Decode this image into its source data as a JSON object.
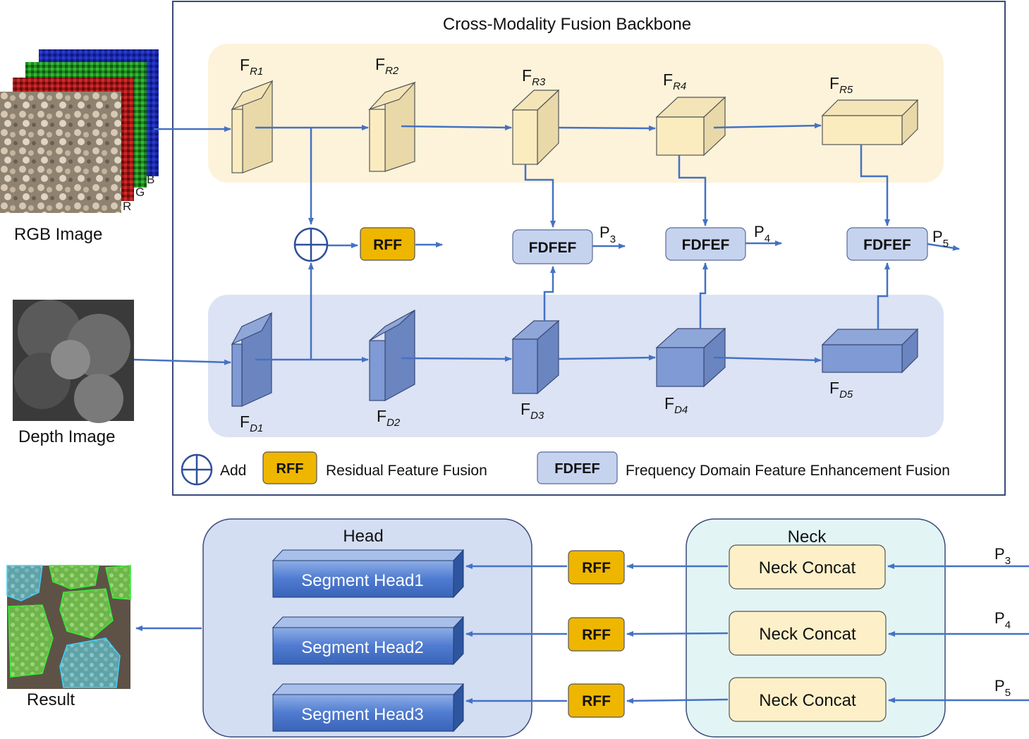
{
  "backbone": {
    "title": "Cross-Modality Fusion Backbone",
    "rgb_features": [
      {
        "main": "F",
        "sub": "R1"
      },
      {
        "main": "F",
        "sub": "R2"
      },
      {
        "main": "F",
        "sub": "R3"
      },
      {
        "main": "F",
        "sub": "R4"
      },
      {
        "main": "F",
        "sub": "R5"
      }
    ],
    "depth_features": [
      {
        "main": "F",
        "sub": "D1"
      },
      {
        "main": "F",
        "sub": "D2"
      },
      {
        "main": "F",
        "sub": "D3"
      },
      {
        "main": "F",
        "sub": "D4"
      },
      {
        "main": "F",
        "sub": "D5"
      }
    ],
    "rff_label": "RFF",
    "fdfef_label": "FDFEF",
    "outputs": [
      {
        "main": "P",
        "sub": "3"
      },
      {
        "main": "P",
        "sub": "4"
      },
      {
        "main": "P",
        "sub": "5"
      }
    ]
  },
  "inputs": {
    "rgb_label": "RGB Image",
    "depth_label": "Depth Image",
    "channels": [
      "R",
      "G",
      "B"
    ]
  },
  "legend": {
    "add_label": "Add",
    "rff_box": "RFF",
    "rff_desc": "Residual Feature Fusion",
    "fdfef_box": "FDFEF",
    "fdfef_desc": "Frequency Domain Feature Enhancement Fusion"
  },
  "head": {
    "title": "Head",
    "items": [
      "Segment Head1",
      "Segment Head2",
      "Segment Head3"
    ]
  },
  "neck": {
    "title": "Neck",
    "items": [
      "Neck Concat",
      "Neck Concat",
      "Neck Concat"
    ],
    "inputs": [
      {
        "main": "P",
        "sub": "3"
      },
      {
        "main": "P",
        "sub": "4"
      },
      {
        "main": "P",
        "sub": "5"
      }
    ]
  },
  "rff_row_label": "RFF",
  "result_label": "Result",
  "colors": {
    "arrow": "#4472c4",
    "rgb_panel": "#fdf3da",
    "depth_panel": "#dbe3f4",
    "rgb_block": "#fbecc0",
    "depth_block": "#7f9ad4",
    "rff": "#efb600",
    "fdfef": "#c6d3ef",
    "neck_panel": "#e3f4f5",
    "head_panel": "#d3def3"
  }
}
